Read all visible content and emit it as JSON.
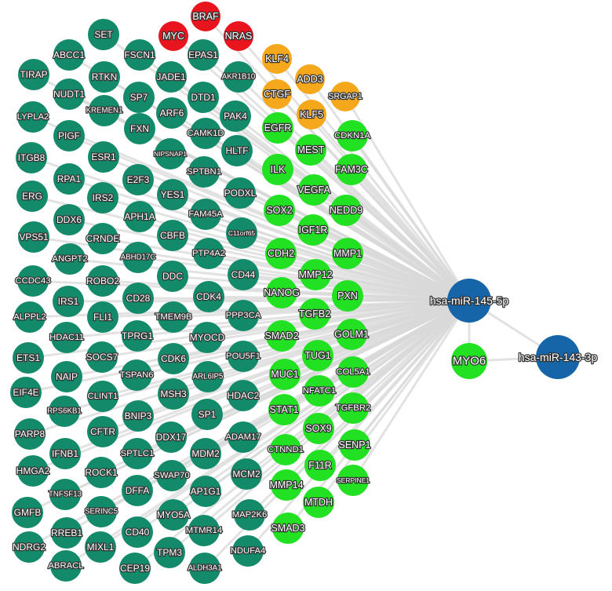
{
  "colors": {
    "background": "#ffffff",
    "edge": "#d9d9d9",
    "mirna": "#1565a8",
    "oncogene": "#e8141e",
    "orange": "#f5a81c",
    "green": "#22e022",
    "teal": "#138a6a"
  },
  "mirnas": [
    {
      "id": "m145",
      "label": "hsa-miR-145-5p"
    },
    {
      "id": "m143",
      "label": "hsa-miR-143-3p"
    }
  ],
  "oncogenes": [
    {
      "id": "n_BRAF",
      "label": "BRAF"
    },
    {
      "id": "n_MYC",
      "label": "MYC"
    },
    {
      "id": "n_NRAS",
      "label": "NRAS"
    }
  ],
  "orange_genes": [
    {
      "id": "n_KLF4",
      "label": "KLF4"
    },
    {
      "id": "n_ADD3",
      "label": "ADD3"
    },
    {
      "id": "n_CTGF",
      "label": "CTGF"
    },
    {
      "id": "n_SRGAP1",
      "label": "SRGAP1"
    },
    {
      "id": "n_KLF5",
      "label": "KLF5"
    }
  ],
  "green_genes": [
    {
      "id": "n_EGFR",
      "label": "EGFR"
    },
    {
      "id": "n_CDKN1A",
      "label": "CDKN1A"
    },
    {
      "id": "n_MEST",
      "label": "MEST"
    },
    {
      "id": "n_ILK",
      "label": "ILK"
    },
    {
      "id": "n_FAM3C",
      "label": "FAM3C"
    },
    {
      "id": "n_VEGFA",
      "label": "VEGFA"
    },
    {
      "id": "n_SOX2",
      "label": "SOX2"
    },
    {
      "id": "n_NEDD9",
      "label": "NEDD9"
    },
    {
      "id": "n_IGF1R",
      "label": "IGF1R"
    },
    {
      "id": "n_CDH2",
      "label": "CDH2"
    },
    {
      "id": "n_MMP1",
      "label": "MMP1"
    },
    {
      "id": "n_MMP12",
      "label": "MMP12"
    },
    {
      "id": "n_NANOG",
      "label": "NANOG"
    },
    {
      "id": "n_PXN",
      "label": "PXN"
    },
    {
      "id": "n_TGFB2",
      "label": "TGFB2"
    },
    {
      "id": "n_SMAD2",
      "label": "SMAD2"
    },
    {
      "id": "n_GOLM1",
      "label": "GOLM1"
    },
    {
      "id": "n_TUG1",
      "label": "TUG1"
    },
    {
      "id": "n_MUC1",
      "label": "MUC1"
    },
    {
      "id": "n_COL5A1",
      "label": "COL5A1"
    },
    {
      "id": "n_NFATC1",
      "label": "NFATC1"
    },
    {
      "id": "n_STAT1",
      "label": "STAT1"
    },
    {
      "id": "n_TGFBR2",
      "label": "TGFBR2"
    },
    {
      "id": "n_SOX9",
      "label": "SOX9"
    },
    {
      "id": "n_CTNND1",
      "label": "CTNND1"
    },
    {
      "id": "n_SENP1",
      "label": "SENP1"
    },
    {
      "id": "n_F11R",
      "label": "F11R"
    },
    {
      "id": "n_MMP14",
      "label": "MMP14"
    },
    {
      "id": "n_SERPINE1",
      "label": "SERPINE1"
    },
    {
      "id": "n_MTDH",
      "label": "MTDH"
    },
    {
      "id": "n_SMAD3",
      "label": "SMAD3"
    },
    {
      "id": "n_MYO6",
      "label": "MYO6"
    }
  ],
  "teal_genes": [
    {
      "id": "n_SET",
      "label": "SET"
    },
    {
      "id": "n_ABCC1",
      "label": "ABCC1"
    },
    {
      "id": "n_FSCN1",
      "label": "FSCN1"
    },
    {
      "id": "n_EPAS1",
      "label": "EPAS1"
    },
    {
      "id": "n_TIRAP",
      "label": "TIRAP"
    },
    {
      "id": "n_RTKN",
      "label": "RTKN"
    },
    {
      "id": "n_JADE1",
      "label": "JADE1"
    },
    {
      "id": "n_AKR1B10",
      "label": "AKR1B10"
    },
    {
      "id": "n_NUDT1",
      "label": "NUDT1"
    },
    {
      "id": "n_SP7",
      "label": "SP7"
    },
    {
      "id": "n_DTD1",
      "label": "DTD1"
    },
    {
      "id": "n_KREMEN1",
      "label": "KREMEN1"
    },
    {
      "id": "n_ARF6",
      "label": "ARF6"
    },
    {
      "id": "n_PAK4",
      "label": "PAK4"
    },
    {
      "id": "n_LYPLA2",
      "label": "LYPLA2"
    },
    {
      "id": "n_FXN",
      "label": "FXN"
    },
    {
      "id": "n_CAMK1D",
      "label": "CAMK1D"
    },
    {
      "id": "n_PIGF",
      "label": "PIGF"
    },
    {
      "id": "n_HLTF",
      "label": "HLTF"
    },
    {
      "id": "n_NIPSNAP1",
      "label": "NIPSNAP1"
    },
    {
      "id": "n_ITGB8",
      "label": "ITGB8"
    },
    {
      "id": "n_ESR1",
      "label": "ESR1"
    },
    {
      "id": "n_SPTBN1",
      "label": "SPTBN1"
    },
    {
      "id": "n_RPA1",
      "label": "RPA1"
    },
    {
      "id": "n_E2F3",
      "label": "E2F3"
    },
    {
      "id": "n_ERG",
      "label": "ERG"
    },
    {
      "id": "n_IRS2",
      "label": "IRS2"
    },
    {
      "id": "n_YES1",
      "label": "YES1"
    },
    {
      "id": "n_PODXL",
      "label": "PODXL"
    },
    {
      "id": "n_DDX6",
      "label": "DDX6"
    },
    {
      "id": "n_APH1A",
      "label": "APH1A"
    },
    {
      "id": "n_FAM45A",
      "label": "FAM45A"
    },
    {
      "id": "n_VPS51",
      "label": "VPS51"
    },
    {
      "id": "n_CRNDE",
      "label": "CRNDE"
    },
    {
      "id": "n_CBFB",
      "label": "CBFB"
    },
    {
      "id": "n_C11orf65",
      "label": "C11orf65"
    },
    {
      "id": "n_ANGPT2",
      "label": "ANGPT2"
    },
    {
      "id": "n_ABHD17C",
      "label": "ABHD17C"
    },
    {
      "id": "n_PTP4A2",
      "label": "PTP4A2"
    },
    {
      "id": "n_CCDC43",
      "label": "CCDC43"
    },
    {
      "id": "n_ROBO2",
      "label": "ROBO2"
    },
    {
      "id": "n_DDC",
      "label": "DDC"
    },
    {
      "id": "n_CD44",
      "label": "CD44"
    },
    {
      "id": "n_IRS1",
      "label": "IRS1"
    },
    {
      "id": "n_CD28",
      "label": "CD28"
    },
    {
      "id": "n_CDK4",
      "label": "CDK4"
    },
    {
      "id": "n_ALPPL2",
      "label": "ALPPL2"
    },
    {
      "id": "n_FLI1",
      "label": "FLI1"
    },
    {
      "id": "n_TMEM9B",
      "label": "TMEM9B"
    },
    {
      "id": "n_PPP3CA",
      "label": "PPP3CA"
    },
    {
      "id": "n_HDAC11",
      "label": "HDAC11"
    },
    {
      "id": "n_TPRG1",
      "label": "TPRG1"
    },
    {
      "id": "n_MYOCD",
      "label": "MYOCD"
    },
    {
      "id": "n_ETS1",
      "label": "ETS1"
    },
    {
      "id": "n_SOCS7",
      "label": "SOCS7"
    },
    {
      "id": "n_CDK6",
      "label": "CDK6"
    },
    {
      "id": "n_POU5F1",
      "label": "POU5F1"
    },
    {
      "id": "n_NAIP",
      "label": "NAIP"
    },
    {
      "id": "n_TSPAN6",
      "label": "TSPAN6"
    },
    {
      "id": "n_ARL6IP5",
      "label": "ARL6IP5"
    },
    {
      "id": "n_EIF4E",
      "label": "EIF4E"
    },
    {
      "id": "n_CLINT1",
      "label": "CLINT1"
    },
    {
      "id": "n_MSH3",
      "label": "MSH3"
    },
    {
      "id": "n_HDAC2",
      "label": "HDAC2"
    },
    {
      "id": "n_RPS6KB1",
      "label": "RPS6KB1"
    },
    {
      "id": "n_BNIP3",
      "label": "BNIP3"
    },
    {
      "id": "n_SP1",
      "label": "SP1"
    },
    {
      "id": "n_PARP8",
      "label": "PARP8"
    },
    {
      "id": "n_CFTR",
      "label": "CFTR"
    },
    {
      "id": "n_DDX17",
      "label": "DDX17"
    },
    {
      "id": "n_ADAM17",
      "label": "ADAM17"
    },
    {
      "id": "n_IFNB1",
      "label": "IFNB1"
    },
    {
      "id": "n_SPTLC1",
      "label": "SPTLC1"
    },
    {
      "id": "n_MDM2",
      "label": "MDM2"
    },
    {
      "id": "n_HMGA2",
      "label": "HMGA2"
    },
    {
      "id": "n_ROCK1",
      "label": "ROCK1"
    },
    {
      "id": "n_SWAP70",
      "label": "SWAP70"
    },
    {
      "id": "n_MCM2",
      "label": "MCM2"
    },
    {
      "id": "n_TNFSF13",
      "label": "TNFSF13"
    },
    {
      "id": "n_DFFA",
      "label": "DFFA"
    },
    {
      "id": "n_AP1G1",
      "label": "AP1G1"
    },
    {
      "id": "n_GMFB",
      "label": "GMFB"
    },
    {
      "id": "n_SERINC5",
      "label": "SERINC5"
    },
    {
      "id": "n_MYO5A",
      "label": "MYO5A"
    },
    {
      "id": "n_MAP2K6",
      "label": "MAP2K6"
    },
    {
      "id": "n_RREB1",
      "label": "RREB1"
    },
    {
      "id": "n_CD40",
      "label": "CD40"
    },
    {
      "id": "n_MTMR14",
      "label": "MTMR14"
    },
    {
      "id": "n_NDRG2",
      "label": "NDRG2"
    },
    {
      "id": "n_MIXL1",
      "label": "MIXL1"
    },
    {
      "id": "n_NDUFA4",
      "label": "NDUFA4"
    },
    {
      "id": "n_ABRACL",
      "label": "ABRACL"
    },
    {
      "id": "n_TPM3",
      "label": "TPM3"
    },
    {
      "id": "n_ALDH3A1",
      "label": "ALDH3A1"
    },
    {
      "id": "n_CEP19",
      "label": "CEP19"
    }
  ]
}
